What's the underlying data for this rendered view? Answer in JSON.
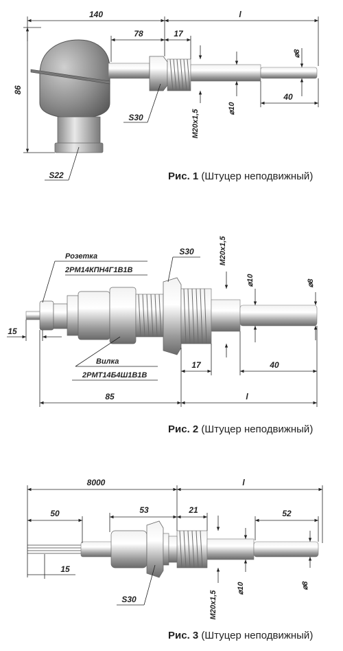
{
  "figures": [
    {
      "caption_bold": "Рис. 1",
      "caption_text": " (Штуцер неподвижный)",
      "dims": {
        "d1": "140",
        "d2": "l",
        "d3": "78",
        "d4": "17",
        "d5": "86",
        "d6": "⌀8",
        "d7": "40",
        "d8": "⌀10",
        "d9": "M20x1,5",
        "d10": "S30",
        "d11": "S22"
      }
    },
    {
      "caption_bold": "Рис. 2",
      "caption_text": " (Штуцер неподвижный)",
      "labels": {
        "socket": "Розетка",
        "socket_code": "2РМ14КПН4Г1В1В",
        "plug": "Вилка",
        "plug_code": "2РМТ14Б4Ш1В1В"
      },
      "dims": {
        "d1": "M20x1,5",
        "d2": "S30",
        "d3": "⌀10",
        "d4": "⌀8",
        "d5": "15",
        "d6": "17",
        "d7": "40",
        "d8": "85",
        "d9": "l"
      }
    },
    {
      "caption_bold": "Рис. 3",
      "caption_text": " (Штуцер неподвижный)",
      "dims": {
        "d1": "8000",
        "d2": "l",
        "d3": "50",
        "d4": "53",
        "d5": "21",
        "d6": "52",
        "d7": "15",
        "d8": "S30",
        "d9": "M20x1,5",
        "d10": "⌀10",
        "d11": "⌀8"
      }
    }
  ]
}
